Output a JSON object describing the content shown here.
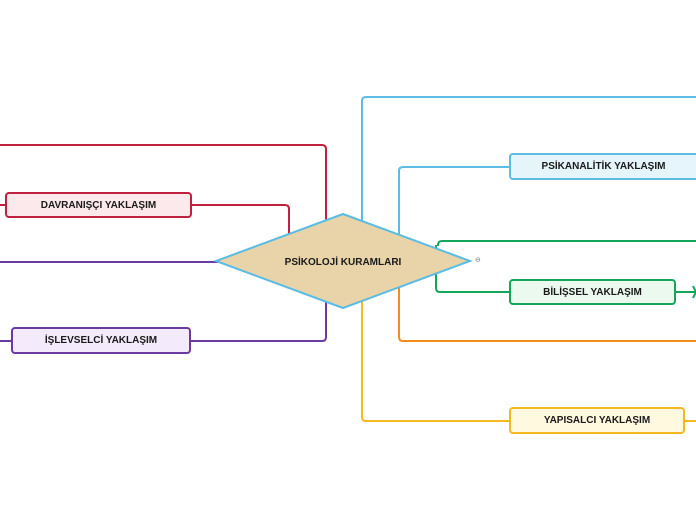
{
  "center": {
    "label": "PSİKOLOJİ KURAMLARI",
    "color": "#e8d4a8",
    "border": "#5bbce4"
  },
  "branches": {
    "davranisci": {
      "label": "DAVRANIŞÇI YAKLAŞIM",
      "color": "#c0213f",
      "fill": "#fbe9ec"
    },
    "islevselci": {
      "label": "İŞLEVSELCİ YAKLAŞIM",
      "color": "#6b3aa0",
      "fill": "#f3eafb"
    },
    "psikanalitik": {
      "label": "PSİKANALİTİK YAKLAŞIM",
      "color": "#5bbce4",
      "fill": "#e6f5fc"
    },
    "bilissel": {
      "label": "BİLİŞSEL YAKLAŞIM",
      "color": "#13a55a",
      "fill": "#ebf9ef"
    },
    "yapisalci": {
      "label": "YAPISALCI YAKLAŞIM",
      "color": "#f5b820",
      "fill": "#fff9e0"
    },
    "orange": {
      "color": "#f28c1e"
    }
  },
  "collapse_marker": "⊖"
}
